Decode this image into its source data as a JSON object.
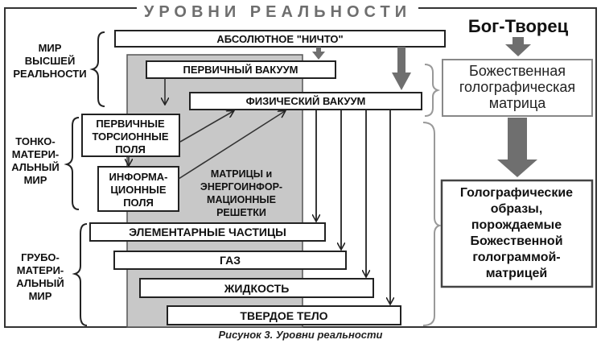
{
  "title": "УРОВНИ РЕАЛЬНОСТИ",
  "caption": "Рисунок 3. Уровни реальности",
  "worlds": {
    "higher": [
      "МИР",
      "ВЫСШЕЙ",
      "РЕАЛЬНОСТИ"
    ],
    "subtle": [
      "ТОНКО-",
      "МАТЕРИ-",
      "АЛЬНЫЙ",
      "МИР"
    ],
    "coarse": [
      "ГРУБО-",
      "МАТЕРИ-",
      "АЛЬНЫЙ",
      "МИР"
    ]
  },
  "levels": {
    "absolute_nothing": "АБСОЛЮТНОЕ \"НИЧТО\"",
    "primary_vacuum": "ПЕРВИЧНЫЙ ВАКУУМ",
    "physical_vacuum": "ФИЗИЧЕСКИЙ ВАКУУМ",
    "elementary_particles": "ЭЛЕМЕНТАРНЫЕ ЧАСТИЦЫ",
    "gas": "ГАЗ",
    "liquid": "ЖИДКОСТЬ",
    "solid": "ТВЕРДОЕ ТЕЛО"
  },
  "torsion_fields": [
    "ПЕРВИЧНЫЕ",
    "ТОРСИОННЫЕ",
    "ПОЛЯ"
  ],
  "info_fields": [
    "ИНФОРМА-",
    "ЦИОННЫЕ",
    "ПОЛЯ"
  ],
  "matrices": [
    "МАТРИЦЫ и",
    "ЭНЕРГОИНФОР-",
    "МАЦИОННЫЕ",
    "РЕШЕТКИ"
  ],
  "right_panel": {
    "god": "Бог-Творец",
    "divine_matrix": [
      "Божественная",
      "голографическая",
      "матрица"
    ],
    "images": [
      "Голографические",
      "образы,",
      "порождаемые",
      "Божественной",
      "голограммой-",
      "матрицей"
    ]
  },
  "colors": {
    "frame": "#333333",
    "gray_panel": "#c8c8c8",
    "arrow_fill": "#6f6f6f",
    "box_border": "#222222"
  }
}
